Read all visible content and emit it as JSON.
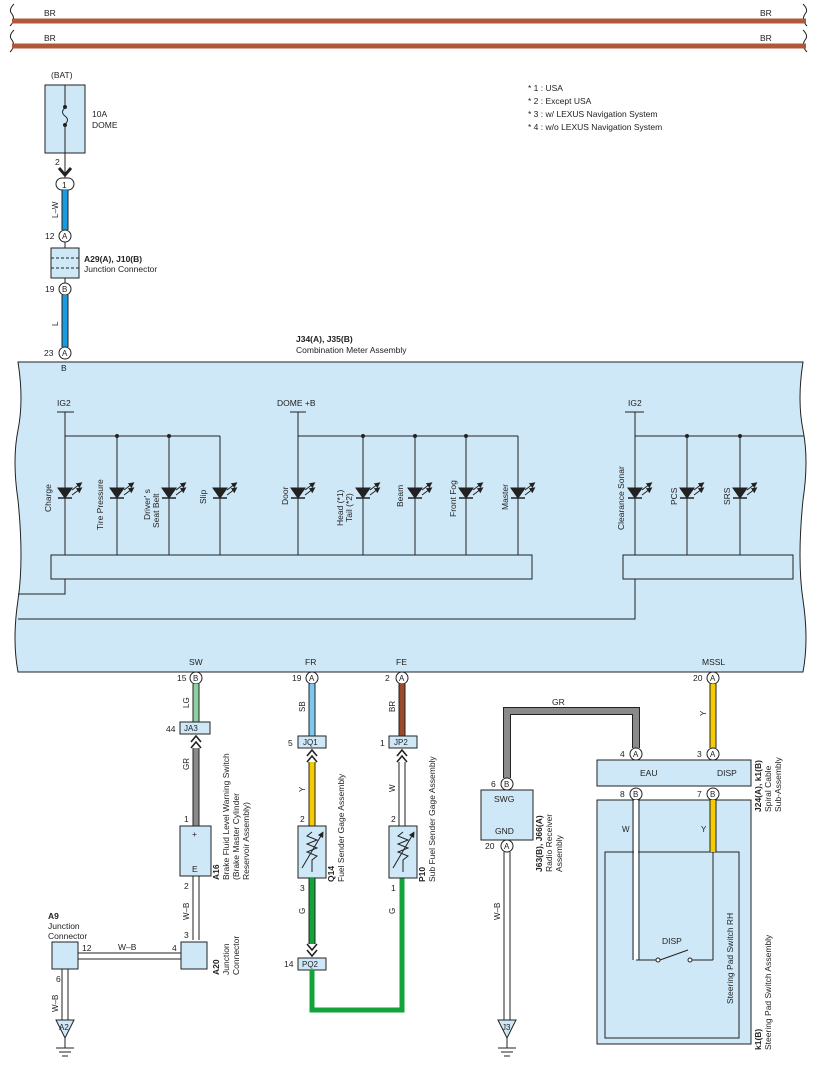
{
  "bus": {
    "top_left": "BR",
    "top_right": "BR",
    "bottom_left": "BR",
    "bottom_right": "BR"
  },
  "legend": [
    "* 1 : USA",
    "* 2 : Except USA",
    "* 3 : w/ LEXUS Navigation System",
    "* 4 : w/o LEXUS Navigation System"
  ],
  "fuse": {
    "source": "(BAT)",
    "rating": "10A",
    "name": "DOME",
    "pin": "2",
    "conn_pin": "1"
  },
  "wires": {
    "lw": "L–W",
    "l": "L",
    "lg": "LG",
    "gr_sw": "GR",
    "sb": "SB",
    "y_fr": "Y",
    "g_q14": "G",
    "br": "BR",
    "w_fe": "W",
    "g_p10": "G",
    "gr_top": "GR",
    "wb_radio": "W–B",
    "y_mssl": "Y",
    "w_steer": "W",
    "y_steer": "Y",
    "wb_a16": "W–B",
    "wb_a9_a20": "W–B",
    "wb_a9": "W–B"
  },
  "junction_connector": {
    "pin_a": "12",
    "letter_a": "A",
    "pin_b": "19",
    "letter_b": "B",
    "code": "A29(A), J10(B)",
    "name": "Junction Connector"
  },
  "meter": {
    "code": "J34(A), J35(B)",
    "name": "Combination Meter Assembly",
    "in_pin": "23",
    "in_letter": "A",
    "in_term": "B",
    "ig2_left": "IG2",
    "dome_b": "DOME +B",
    "ig2_right": "IG2",
    "leds_left": [
      "Charge",
      "Tire Pressure",
      "Driver' s",
      "Seat Belt",
      "Slip"
    ],
    "leds_mid": [
      "Door",
      "Head (*1)",
      "Tail (*2)",
      "Beam",
      "Front Fog",
      "Master"
    ],
    "leds_right": [
      "Clearance Sonar",
      "PCS",
      "SRS"
    ],
    "terms": [
      "SW",
      "FR",
      "FE",
      "MSSL"
    ],
    "out_pins": [
      {
        "pin": "15",
        "letter": "B"
      },
      {
        "pin": "19",
        "letter": "A"
      },
      {
        "pin": "2",
        "letter": "A"
      },
      {
        "pin": "20",
        "letter": "A"
      }
    ]
  },
  "ja3": {
    "pin": "44",
    "name": "JA3"
  },
  "jq1": {
    "pin": "5",
    "name": "JQ1"
  },
  "jp2": {
    "pin": "1",
    "name": "JP2"
  },
  "pq2": {
    "pin": "14",
    "name": "PQ2"
  },
  "a16": {
    "code": "A16",
    "name": "Brake Fluid Level Warning Switch",
    "name2": "(Brake Master Cylinder",
    "name3": "Reservoir Assembly)",
    "pin_top": "1",
    "pin_bot": "2",
    "plus": "+",
    "e": "E"
  },
  "q14": {
    "code": "Q14",
    "name": "Fuel Sender Gage Assembly",
    "pin_top": "2",
    "pin_bot": "3"
  },
  "p10": {
    "code": "P10",
    "name": "Sub Fuel Sender Gage Assembly",
    "pin_top": "2",
    "pin_bot": "1"
  },
  "a9": {
    "code": "A9",
    "name": "Junction",
    "name2": "Connector",
    "pin_r": "12",
    "pin_b": "6"
  },
  "a20": {
    "code": "A20",
    "name": "Junction",
    "name2": "Connector",
    "pin_top": "3",
    "pin_l": "4"
  },
  "grounds": {
    "a2": "A2",
    "j3": "J3"
  },
  "radio": {
    "code": "J63(B), J66(A)",
    "name": "Radio Receiver",
    "name2": "Assembly",
    "swg": "SWG",
    "gnd": "GND",
    "pin_top": "6",
    "letter_top": "B",
    "pin_bot": "20",
    "letter_bot": "A"
  },
  "spiral": {
    "code": "J24(A), k1(B)",
    "name": "Spiral Cable",
    "name2": "Sub-Assembly",
    "eau": "EAU",
    "disp": "DISP",
    "pin_tl": "4",
    "letter_tl": "A",
    "pin_tr": "3",
    "letter_tr": "A",
    "pin_bl": "8",
    "letter_bl": "B",
    "pin_br": "7",
    "letter_br": "B"
  },
  "steering": {
    "code": "k1(B)",
    "name": "Steering Pad Switch Assembly",
    "inner": "Steering Pad Switch RH",
    "disp": "DISP"
  },
  "colors": {
    "meter_fill": "#cfe8f7",
    "wire_blue": "#1a9be0",
    "wire_sky": "#7dc8f0",
    "wire_lg": "#8fd19e",
    "wire_gray": "#8a8a8a",
    "wire_yellow": "#f5cc00",
    "wire_green": "#12a33a",
    "wire_brown": "#9b4a2a",
    "bus_brown": "#b0593a"
  }
}
